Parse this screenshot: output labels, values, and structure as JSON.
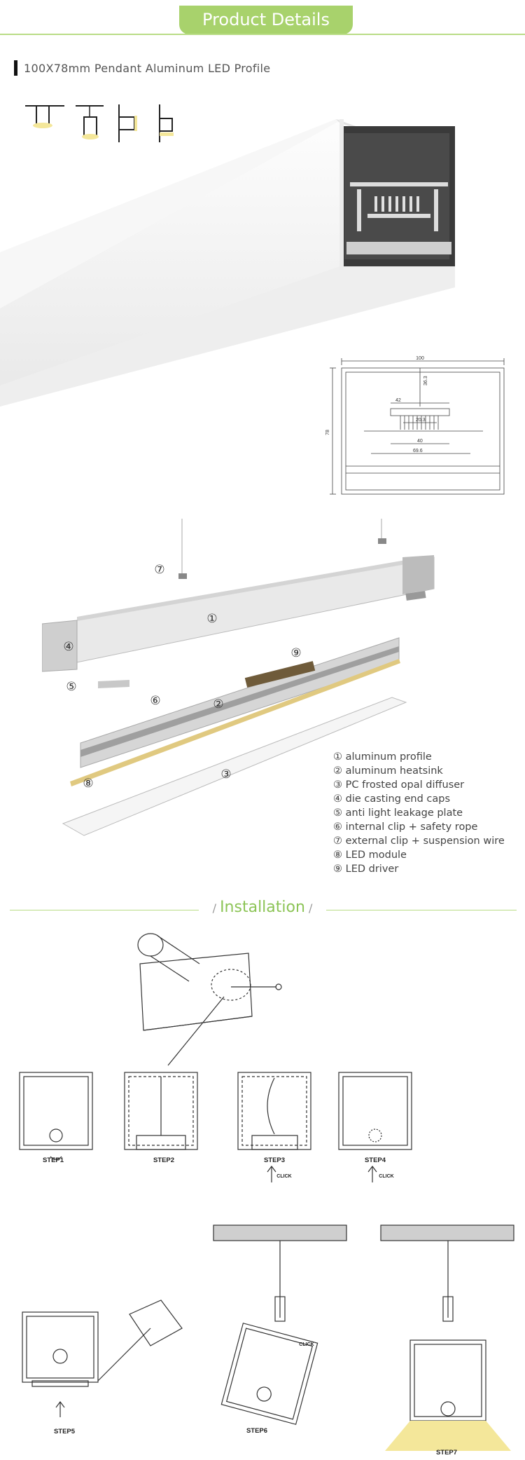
{
  "header": {
    "title": "Product Details"
  },
  "product": {
    "subtitle": "100X78mm Pendant Aluminum LED Profile"
  },
  "drawing": {
    "dims": [
      "100",
      "78",
      "36.3",
      "42",
      "20.3",
      "40",
      "69.6"
    ]
  },
  "parts": [
    {
      "num": "①",
      "label": "aluminum profile"
    },
    {
      "num": "②",
      "label": "aluminum heatsink"
    },
    {
      "num": "③",
      "label": "PC frosted opal diffuser"
    },
    {
      "num": "④",
      "label": "die casting end caps"
    },
    {
      "num": "⑤",
      "label": "anti light leakage plate"
    },
    {
      "num": "⑥",
      "label": "internal clip + safety rope"
    },
    {
      "num": "⑦",
      "label": "external clip + suspension wire"
    },
    {
      "num": "⑧",
      "label": "LED module"
    },
    {
      "num": "⑨",
      "label": "LED driver"
    }
  ],
  "installation": {
    "title": "Installation",
    "steps": [
      "STEP1",
      "STEP2",
      "STEP3",
      "STEP4",
      "STEP5",
      "STEP6",
      "STEP7"
    ],
    "click": "CLICK"
  },
  "colors": {
    "accent": "#a8d26c",
    "accent_line": "#b9dc86",
    "light_glow": "#f4e79a"
  }
}
